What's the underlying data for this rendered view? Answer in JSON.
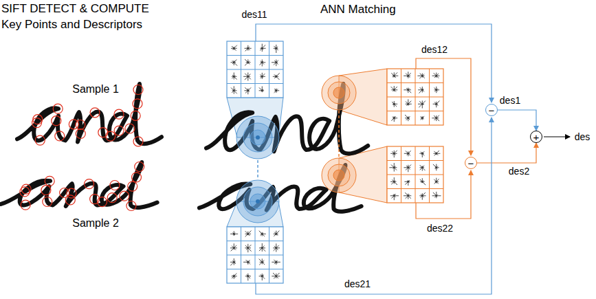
{
  "diagram": {
    "nodes": [
      {
        "text": [
          "−"
        ]
      },
      {
        "text": [
          "−"
        ]
      },
      {
        "text": [
          "+"
        ]
      }
    ],
    "edges": [
      {
        "from": 0,
        "to": 2,
        "label": "des1",
        "arrow": "to"
      },
      {
        "from": 1,
        "to": 2,
        "label": "des2",
        "arrow": "to"
      }
    ],
    "labels": [
      "SIFT DETECT & COMPUTE",
      "Key Points and Descriptors",
      "ANN Matching",
      "Sample 1",
      "Sample 2",
      "des11",
      "des12",
      "des22",
      "des21",
      "des"
    ]
  }
}
